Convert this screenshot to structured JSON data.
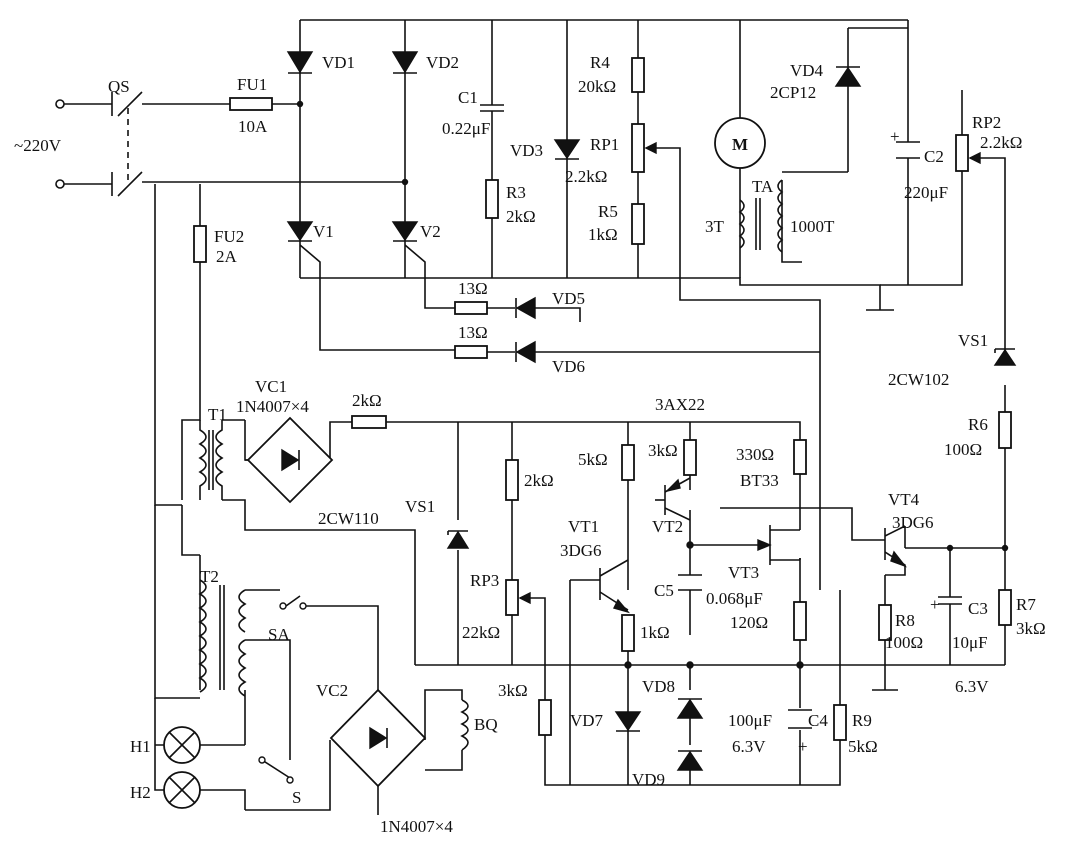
{
  "colors": {
    "ink": "#111111",
    "paper": "#ffffff"
  },
  "labels": {
    "supply": "~220V",
    "qs": "QS",
    "fu1": "FU1",
    "fu1_val": "10A",
    "fu2": "FU2",
    "fu2_val": "2A",
    "vd1": "VD1",
    "vd2": "VD2",
    "vd3": "VD3",
    "vd4": "VD4",
    "vd4_type": "2CP12",
    "vd5": "VD5",
    "vd6": "VD6",
    "vd7": "VD7",
    "vd8": "VD8",
    "vd9": "VD9",
    "v1": "V1",
    "v2": "V2",
    "c1": "C1",
    "c1_val": "0.22μF",
    "r3": "R3",
    "r3_val": "2kΩ",
    "r4": "R4",
    "r4_val": "20kΩ",
    "rp1": "RP1",
    "rp1_val": "2.2kΩ",
    "r5": "R5",
    "r5_val": "1kΩ",
    "motor": "M",
    "ta": "TA",
    "ta_pri": "3T",
    "ta_sec": "1000T",
    "c2": "C2",
    "c2_val": "220μF",
    "rp2": "RP2",
    "rp2_val": "2.2kΩ",
    "r13a": "13Ω",
    "r13b": "13Ω",
    "vs1_top": "VS1",
    "vs1_top_type": "2CW102",
    "r6": "R6",
    "r6_val": "100Ω",
    "t1": "T1",
    "vc1": "VC1",
    "vc1_type": "1N4007×4",
    "r2k_top": "2kΩ",
    "t3ax22": "3AX22",
    "vs1": "VS1",
    "vs1_type": "2CW110",
    "r2k_mid": "2kΩ",
    "rp3": "RP3",
    "rp3_val": "22kΩ",
    "r5k": "5kΩ",
    "r3k": "3kΩ",
    "r330": "330Ω",
    "bt33": "BT33",
    "vt1": "VT1",
    "vt1_type": "3DG6",
    "vt2": "VT2",
    "vt3": "VT3",
    "vt4": "VT4",
    "vt4_type": "3DG6",
    "c5": "C5",
    "c5_val": "0.068μF",
    "r1k": "1kΩ",
    "r120": "120Ω",
    "r8": "R8",
    "r8_val": "100Ω",
    "c3": "C3",
    "c3_val": "10μF",
    "r7": "R7",
    "r7_val": "3kΩ",
    "v63_right": "6.3V",
    "t2": "T2",
    "sa": "SA",
    "s": "S",
    "h1": "H1",
    "h2": "H2",
    "vc2": "VC2",
    "vc2_type": "1N4007×4",
    "bq": "BQ",
    "r3k_low": "3kΩ",
    "c4": "C4",
    "c4_val": "100μF",
    "c4_volt": "6.3V",
    "r9": "R9",
    "r9_val": "5kΩ",
    "plus": "+"
  }
}
